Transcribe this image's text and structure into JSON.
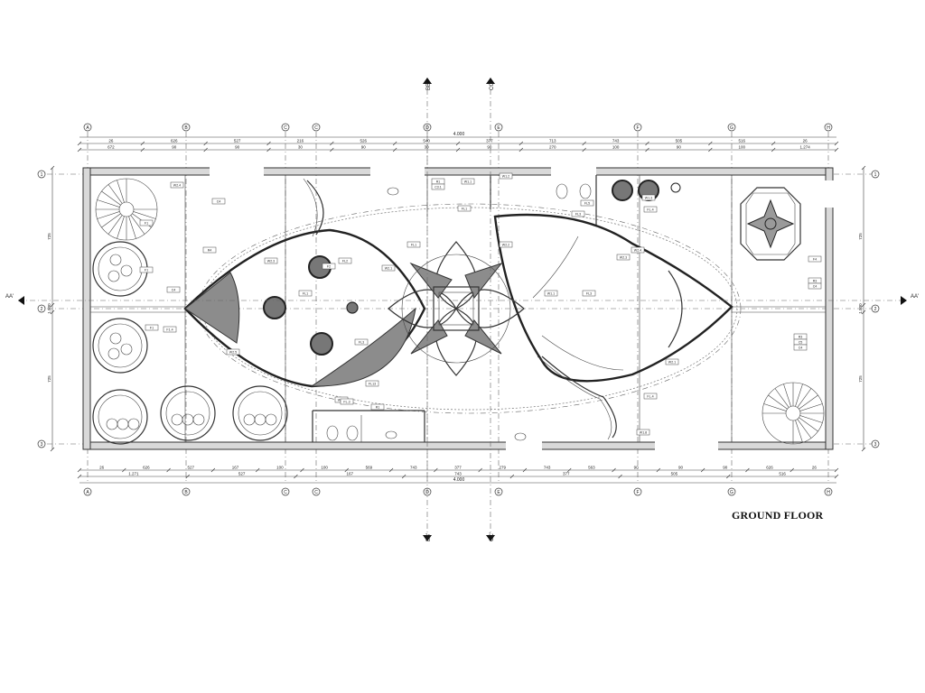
{
  "drawing": {
    "title": "GROUND FLOOR",
    "grid_columns": [
      "A",
      "B",
      "C",
      "C",
      "D",
      "E",
      "F",
      "G",
      "H"
    ],
    "grid_rows": [
      "1",
      "2",
      "3"
    ],
    "section_marks": {
      "aa_left": "AA'",
      "aa_right": "AA'",
      "bb_top": "BB'",
      "cc_top": "CC'",
      "bb_bottom": "BB'",
      "cc_bottom": "CC'"
    },
    "dims_top_row1": [
      "26",
      "626",
      "527",
      "216",
      "526",
      "540",
      "377",
      "713",
      "743",
      "505",
      "516",
      "26"
    ],
    "dims_top_row2": [
      "672",
      "90",
      "90",
      "30",
      "90",
      "30",
      "90",
      "270",
      "100",
      "90",
      "100",
      "1.274"
    ],
    "dims_top_total": "4.000",
    "dims_bottom_row1": [
      "26",
      "626",
      "527",
      "167",
      "100",
      "100",
      "569",
      "743",
      "377",
      "279",
      "743",
      "563",
      "90",
      "90",
      "90",
      "626",
      "26"
    ],
    "dims_bottom_row2": [
      "1.271",
      "527",
      "167",
      "743",
      "377",
      "505",
      "516"
    ],
    "dims_bottom_total": "4.000",
    "dims_side": [
      "725",
      "1.500",
      "725"
    ],
    "room_labels": [
      "W2.4",
      "C4",
      "R4",
      "F1",
      "C4",
      "F1",
      "F1.4",
      "W2.5",
      "W2.3",
      "FL1",
      "FL2",
      "F2",
      "FL13",
      "FL3",
      "W2.1",
      "W2.2",
      "W2.3",
      "W2.4",
      "FL1",
      "R1",
      "C3.1",
      "W1.1",
      "W1.2",
      "FL3",
      "W1.1",
      "FL.4",
      "R3",
      "C4",
      "F4",
      "R3",
      "C5",
      "C4",
      "W2.1",
      "FL.4",
      "W1.3",
      "FL1",
      "W1.7",
      "R1",
      "W1.8",
      "F1",
      "FL5",
      "FL3",
      "FL.3"
    ]
  }
}
